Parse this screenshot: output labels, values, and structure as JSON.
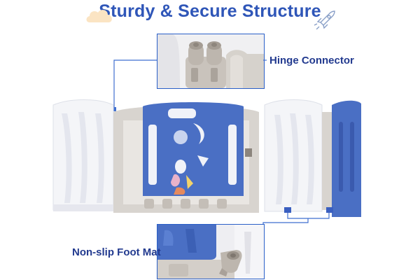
{
  "title": "Sturdy & Secure Structure",
  "labels": {
    "hinge": "Hinge Connector",
    "foot": "Non-slip Foot Mat"
  },
  "colors": {
    "title_blue": "#2f56b8",
    "panel_blue": "#4a6fc4",
    "frame_gray": "#d8d4cf",
    "panel_white": "#f4f5f8",
    "callout_border": "#2a5fc8"
  },
  "icons": [
    "cloud-icon",
    "rocket-icon",
    "hinge-connector-icon",
    "foot-mat-icon"
  ]
}
